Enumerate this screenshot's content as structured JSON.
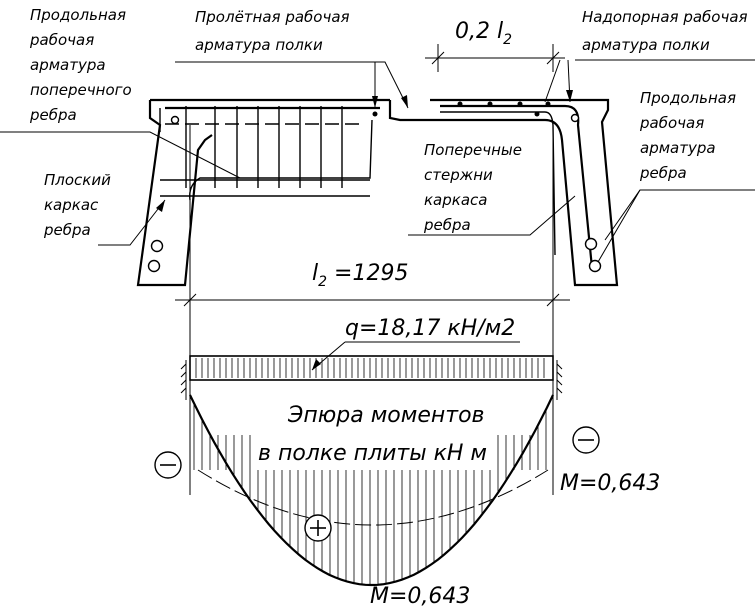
{
  "labels": {
    "long_rebar_cross_rib": [
      "Продольная",
      "рабочая",
      "арматура",
      "поперечного",
      "ребра"
    ],
    "span_rebar_flange": [
      "Пролётная рабочая",
      "арматура полки"
    ],
    "dimension_02": "0,2 l",
    "dimension_02_sub": "2",
    "support_rebar_flange": [
      "Надопорная рабочая",
      "арматура полки"
    ],
    "long_rebar_rib": [
      "Продольная",
      "рабочая",
      "арматура",
      "ребра"
    ],
    "flat_frame": [
      "Плоский",
      "каркас",
      "ребра"
    ],
    "cross_bars": [
      "Поперечные",
      "стержни",
      "каркаса",
      "ребра"
    ],
    "span_l2_prefix": "l",
    "span_l2_sub": "2",
    "span_l2_value": " =1295",
    "load": "q=18,17 кН/м2",
    "moment_title": [
      "Эпюра моментов",
      "в полке плиты кН м"
    ],
    "moment_support": "M=0,643",
    "moment_span": "M=0,643",
    "sign_minus": "−",
    "sign_plus": "+"
  }
}
